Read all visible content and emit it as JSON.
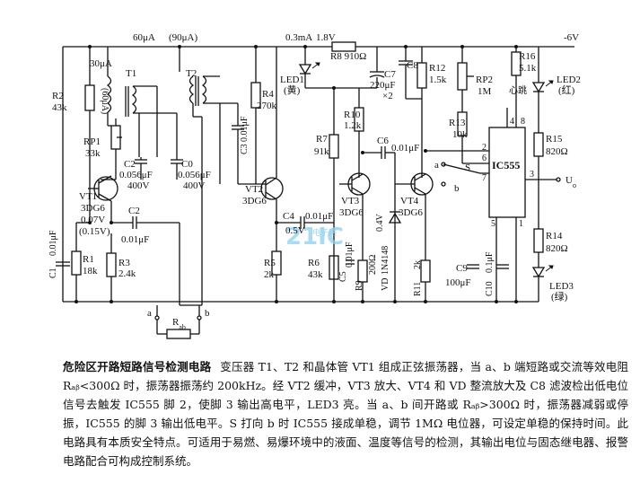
{
  "components": {
    "sup": "-6V",
    "i60": "60μA",
    "i90": "(90μA)",
    "i03": "0.3mA",
    "v18": "1.8V",
    "r8": "R8 910Ω",
    "i30": "30μA",
    "r2": "R2",
    "r2v": "43k",
    "i60b": "(60μA)",
    "t1": "T1",
    "t2": "T2",
    "rp1": "RP1",
    "rp1v": "33k",
    "c2ab": "C2",
    "c2av": "0.056μF",
    "c2av2": "400V",
    "c0": "C0",
    "c0v": "0.056μF",
    "c0v2": "400V",
    "c3": "C3",
    "c3v": "0.01μF",
    "r4": "R4",
    "r4v": "270k",
    "led1": "LED1",
    "led1c": "(黄)",
    "c7": "C7",
    "c7v": "220μF",
    "c7v2": "×2",
    "c8": "C8",
    "r12": "R12",
    "r12v": "1.5k",
    "rp2": "RP2",
    "rp2v": "1M",
    "r16": "R16",
    "r16v": "5.1k",
    "led2": "LED2",
    "led2c": "(红)",
    "daze": "心跳",
    "r10": "R10",
    "r10v": "1.2k",
    "r7": "R7",
    "r7v": "91k",
    "c6": "C6",
    "c6v": "0.01μF",
    "r13": "R13",
    "r13v": "10k",
    "r15": "R15",
    "r15v": "820Ω",
    "ic": "IC555",
    "vt1": "VT1",
    "vt1t": "3DG6",
    "vt1v": "0.07V",
    "vt1v2": "(0.15V)",
    "vt2": "VT2",
    "vt2t": "3DG6",
    "vt3": "VT3",
    "vt3t": "3DG6",
    "vt4": "VT4",
    "vt4t": "3DG6",
    "c4": "C4",
    "c4v": "0.01μF",
    "v05": "0.5V",
    "c1": "C1",
    "c1v": "0.01μF",
    "r1": "R1",
    "r1v": "18k",
    "c2": "C2",
    "c2v": "0.01μF",
    "r3": "R3",
    "r3v": "2.4k",
    "r5": "R5",
    "r5v": "2k",
    "r6": "R6",
    "r6v": "43k",
    "c5": "C5",
    "c5v": "0.01μF",
    "r9": "R9",
    "r9v": "200Ω",
    "vd": "VD",
    "vdt": "1N4148",
    "v04": "0.4V",
    "r11": "R11",
    "r11v": "2k",
    "c9": "C9",
    "c9v": "100μF",
    "c10": "C10",
    "c10v": "0.1μF",
    "r14": "R14",
    "r14v": "820Ω",
    "led3": "LED3",
    "led3c": "(绿)",
    "sw": "S",
    "swa": "a",
    "swb": "b",
    "pa": "a",
    "pb": "b",
    "rab": "R",
    "rabsub": "ab",
    "uo": "U",
    "uosub": "o",
    "p2": "2",
    "p3": "3",
    "p4": "4",
    "p6": "6",
    "p7": "7",
    "p8": "8",
    "p5": "5",
    "p1": "1"
  },
  "watermark": {
    "main": "21IC",
    "sub": "电子网"
  },
  "caption": {
    "title": "危险区开路短路信号检测电路",
    "body": "变压器 T1、T2 和晶体管 VT1 组成正弦振荡器，当 a、b 端短路或交流等效电阻 Rₐᵦ<300Ω 时，振荡器振荡约 200kHz。经 VT2 缓冲，VT3 放大、VT4 和 VD 整流放大及 C8 滤波检出低电位信号去触发 IC555 脚 2，使脚 3 输出高电平，LED3 亮。当 a、b 间开路或 Rₐᵦ>300Ω 时，振荡器减弱或停振，IC555 的脚 3 输出低电平。S 打向 b 时 IC555 接成单稳，调节 1MΩ 电位器，可设定单稳的保持时间。此电路具有本质安全特点。可适用于易燃、易爆环境中的液面、温度等信号的检测，其输出电位与固态继电器、报警电路配合可构成控制系统。"
  }
}
